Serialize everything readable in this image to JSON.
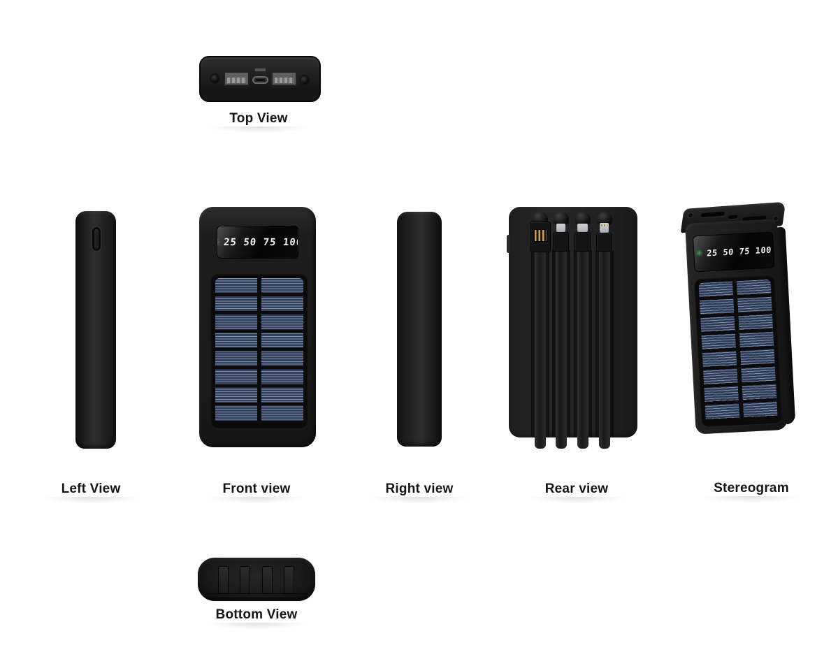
{
  "scene": {
    "description": "Solar power bank product shown in six orthographic views plus a 3D stereogram on a white background",
    "background_color": "#ffffff"
  },
  "colors": {
    "device_body": "#1e1e1e",
    "solar_cell_light": "#7f8eac",
    "solar_cell_dark": "#33405c",
    "lcd_icon_green": "#2da44a",
    "lcd_digit_white": "#f2f2f2",
    "connector_gold": "#c9a44c",
    "connector_silver": "#b9bcc0"
  },
  "lcd": {
    "sun_icon": "✳",
    "text": "25 50 75 100",
    "battery_levels": [
      "25",
      "50",
      "75",
      "100"
    ]
  },
  "views": {
    "top": {
      "label": "Top View"
    },
    "left": {
      "label": "Left View"
    },
    "front": {
      "label": "Front view"
    },
    "right": {
      "label": "Right view"
    },
    "rear": {
      "label": "Rear view"
    },
    "stereo": {
      "label": "Stereogram"
    },
    "bottom": {
      "label": "Bottom View"
    }
  },
  "features": {
    "top_edge_ports": [
      "flashlight-led",
      "usb-a-port",
      "micro-usb-port",
      "type-c-port",
      "usb-a-port",
      "flashlight-led"
    ],
    "rear_built_in_cables": [
      "usb-a",
      "micro-usb",
      "type-c",
      "lightning"
    ],
    "bottom_cable_slots": 4,
    "solar_panel_grid": {
      "columns": 2,
      "rows": 8
    },
    "left_side_control": "power-button"
  }
}
